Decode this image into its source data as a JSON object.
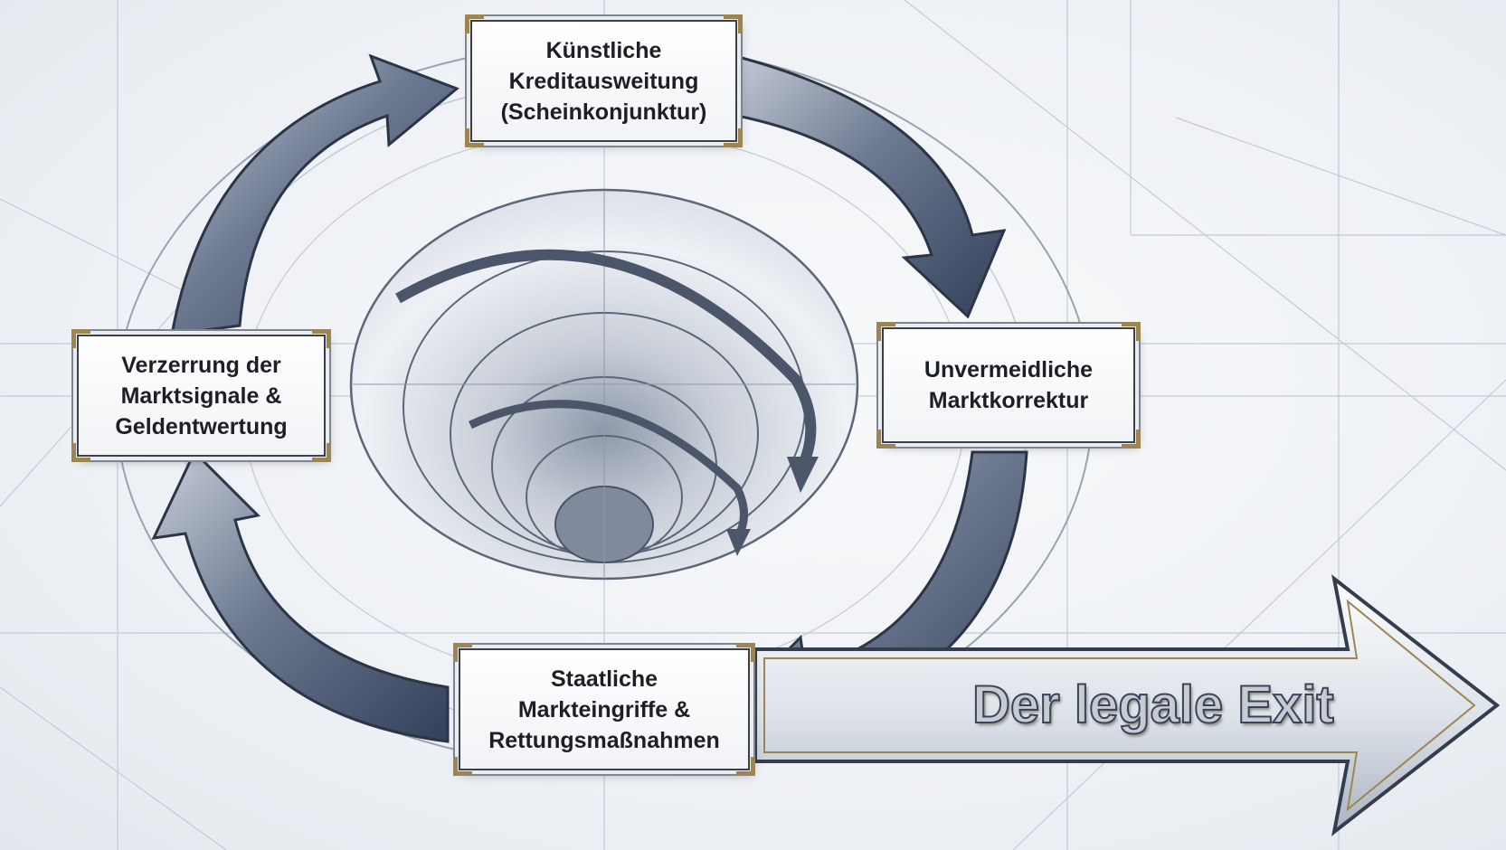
{
  "stages": [
    {
      "id": "top",
      "label": "Künstliche\nKreditausweitung\n(Scheinkonjunktur)"
    },
    {
      "id": "right",
      "label": "Unvermeidliche\nMarktkorrektur"
    },
    {
      "id": "bottom",
      "label": "Staatliche\nMarkteingriffe &\nRettungsmaßnahmen"
    },
    {
      "id": "left",
      "label": "Verzerrung der\nMarktsignale &\nGeldentwertung"
    }
  ],
  "exit_label": "Der legale Exit",
  "colors": {
    "arrow_dark": "#3d4a63",
    "arrow_light": "#aeb6c4",
    "gold_accent": "#9c8552",
    "blueprint_line": "#b7bfcb"
  }
}
